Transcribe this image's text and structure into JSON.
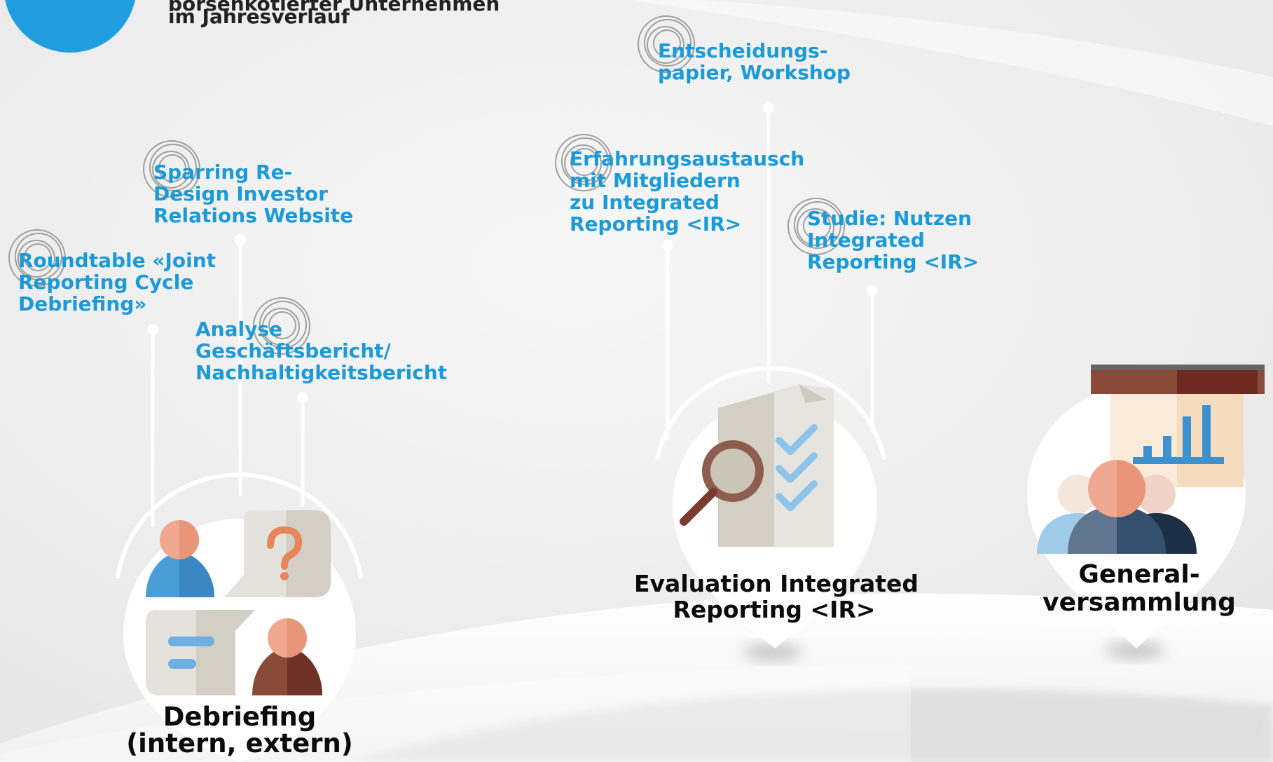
{
  "header": {
    "title_line1": "börsenkotierter Unternehmen",
    "title_line2": "im Jahresverlauf"
  },
  "callouts": [
    {
      "id": "roundtable",
      "lines": [
        "Roundtable «Joint",
        "Reporting Cycle",
        "Debriefing»"
      ]
    },
    {
      "id": "sparring",
      "lines": [
        "Sparring Re-",
        "Design Investor",
        "Relations Website"
      ]
    },
    {
      "id": "analyse",
      "lines": [
        "Analyse",
        "Geschäftsbericht/",
        "Nachhaltigkeitsbericht"
      ]
    },
    {
      "id": "entscheidung",
      "lines": [
        "Entscheidungs-",
        "papier, Workshop"
      ]
    },
    {
      "id": "erfahrung",
      "lines": [
        "Erfahrungsaustausch",
        "mit Mitgliedern",
        "zu Integrated",
        "Reporting <IR>"
      ]
    },
    {
      "id": "studie",
      "lines": [
        "Studie: Nutzen",
        "Integrated",
        "Reporting <IR>"
      ]
    }
  ],
  "events": [
    {
      "id": "debriefing",
      "lines": [
        "Debriefing",
        "(intern, extern)"
      ]
    },
    {
      "id": "evaluation",
      "lines": [
        "Evaluation Integrated",
        "Reporting <IR>"
      ]
    },
    {
      "id": "generalversammlung",
      "lines": [
        "General-",
        "versammlung"
      ]
    }
  ],
  "colors": {
    "accent_blue": "#1c9ad7",
    "title_black": "#0b0b0b",
    "swirl_gray": "#9a9a9a",
    "person_skin": "#e8957a",
    "person_blue": "#4a9ed8",
    "person_brown": "#7a3b2e",
    "check_blue": "#8fc4ea"
  },
  "icons": {
    "debriefing": "debriefing-people-speech-icon",
    "evaluation": "document-magnifier-checklist-icon",
    "generalversammlung": "audience-presentation-chart-icon"
  }
}
